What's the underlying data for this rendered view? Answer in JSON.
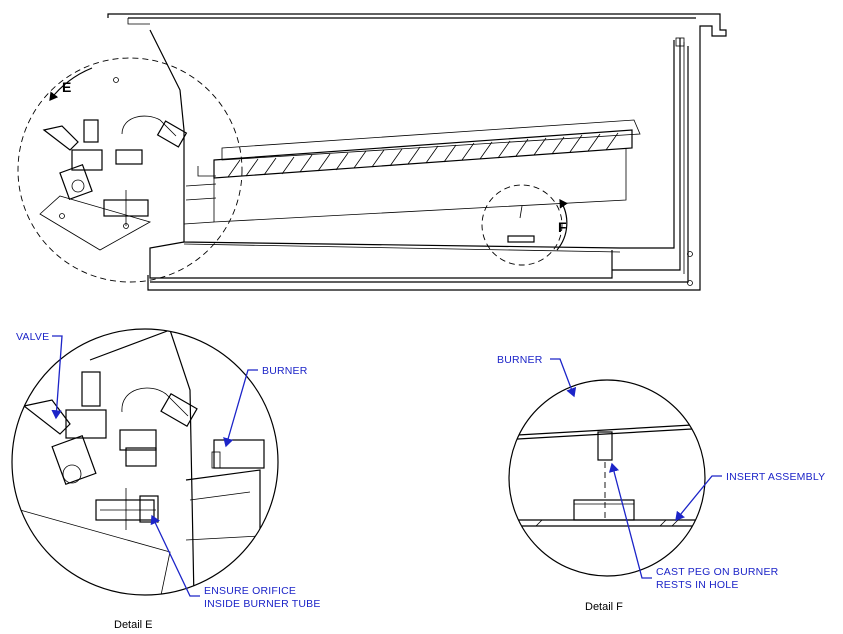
{
  "main_view": {
    "callout_e": "E",
    "callout_f": "F"
  },
  "detail_e": {
    "caption": "Detail E",
    "label_valve": "VALVE",
    "label_burner": "BURNER",
    "label_orifice_1": "ENSURE ORIFICE",
    "label_orifice_2": "INSIDE BURNER TUBE"
  },
  "detail_f": {
    "caption": "Detail F",
    "label_burner": "BURNER",
    "label_insert": "INSERT ASSEMBLY",
    "label_peg_1": "CAST PEG ON BURNER",
    "label_peg_2": "RESTS IN HOLE"
  },
  "colors": {
    "annotation": "#1c24c8",
    "lines": "#000000"
  }
}
